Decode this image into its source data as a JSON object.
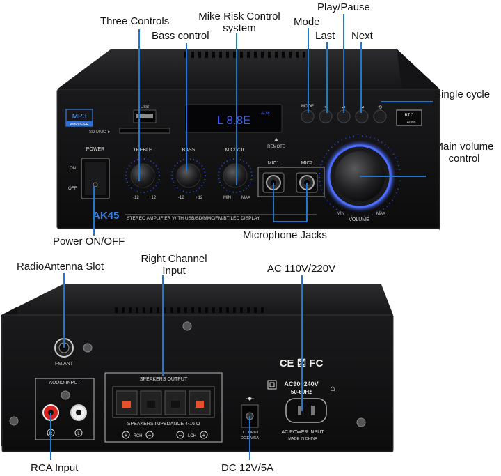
{
  "colors": {
    "callout": "#1e78d2",
    "chassis": "#1b1b1d",
    "panel": "#111113",
    "knob": "#2a2a2c",
    "led": "#3a6bff",
    "display": "#3b5cff"
  },
  "callouts": {
    "three_controls": "Three Controls",
    "bass_control": "Bass control",
    "mike_risk": "Mike Risk Control\nsystem",
    "mode": "Mode",
    "last": "Last",
    "play_pause": "Play/Pause",
    "next": "Next",
    "single_cycle": "Single cycle",
    "main_volume": "Main volume\ncontrol",
    "power": "Power ON/OFF",
    "microphone_jacks": "Microphone Jacks",
    "radio_antenna": "RadioAntenna Slot",
    "right_channel": "Right Channel\nInput",
    "ac_power": "AC 110V/220V",
    "rca_input": "RCA Input",
    "dc": "DC 12V/5A"
  },
  "front_panel": {
    "mp3_badge": "MP3",
    "amplifier_badge": "AMPLIFIER",
    "usb": "USB",
    "sd_mmc": "SD MMC ►",
    "display_text": "L 8.8E",
    "aux": "AUX",
    "remote": "REMOTE",
    "power": "POWER",
    "on": "ON",
    "off": "OFF",
    "treble": "TREBLE",
    "bass": "BASS",
    "mic_vol": "MIC/VOL",
    "minus12": "-12",
    "plus12": "+12",
    "min": "MIN",
    "max": "MAX",
    "mic1": "MIC1",
    "mic2": "MIC2",
    "mode_btn": "MODE",
    "bt_c": "BT.C",
    "audio": "Audio",
    "volume": "VOLUME",
    "model": "AK45",
    "model_desc": "STEREO AMPLIFIER WITH USB/SD/MMC/FM/BT/LED DISPLAY"
  },
  "rear_panel": {
    "fm_ant": "FM.ANT",
    "audio_input": "AUDIO INPUT",
    "speakers_output": "SPEAKERS OUTPUT",
    "speakers_impedance": "SPEAKERS IMPEDANCE 4-16 Ω",
    "rch": "RCH",
    "lch": "LCH",
    "r": "R",
    "l": "L",
    "dc_input": "DC INPUT",
    "dc_rating": "DC12V/5A",
    "certs": "CE ☒ FC",
    "ac_range": "AC90~240V",
    "ac_freq": "50-60Hz",
    "ac_power_input": "AC POWER INPUT",
    "made_in": "MADE IN CHINA"
  }
}
